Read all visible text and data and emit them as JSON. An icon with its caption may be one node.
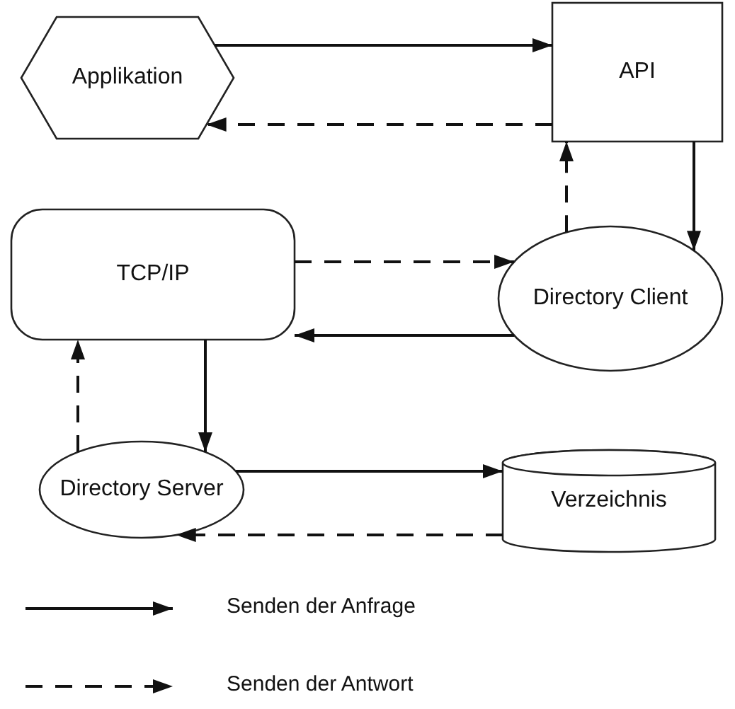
{
  "diagram": {
    "nodes": [
      {
        "text": [
          "Applikation"
        ]
      },
      {
        "text": [
          "API"
        ]
      },
      {
        "text": [
          "TCP/IP"
        ]
      },
      {
        "text": [
          "Directory Client"
        ]
      },
      {
        "text": [
          "Directory Server"
        ]
      },
      {
        "text": [
          "Verzeichnis"
        ]
      }
    ],
    "edges": [
      {
        "from": 0,
        "to": 1,
        "arrow": "to"
      },
      {
        "from": 1,
        "to": 0,
        "arrow": "to",
        "style": "dashed"
      },
      {
        "from": 3,
        "to": 1,
        "arrow": "to",
        "style": "dashed"
      },
      {
        "from": 1,
        "to": 3,
        "arrow": "to"
      },
      {
        "from": 2,
        "to": 3,
        "arrow": "to",
        "style": "dashed"
      },
      {
        "from": 3,
        "to": 2,
        "arrow": "to"
      },
      {
        "from": 4,
        "to": 2,
        "arrow": "to",
        "style": "dashed"
      },
      {
        "from": 2,
        "to": 4,
        "arrow": "to"
      },
      {
        "from": 4,
        "to": 5,
        "arrow": "to"
      },
      {
        "from": 5,
        "to": 4,
        "arrow": "to",
        "style": "dashed"
      }
    ],
    "legend": [
      {
        "text": "Senden der Anfrage"
      },
      {
        "text": "Senden der Antwort"
      }
    ]
  }
}
